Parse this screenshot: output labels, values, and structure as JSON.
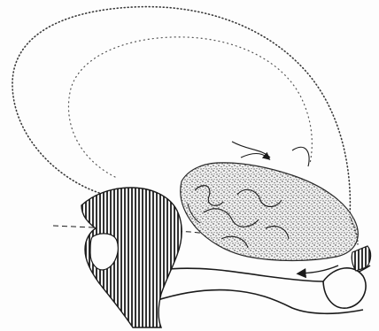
{
  "figure": {
    "description_visible_text": "",
    "colors": {
      "ink": "#1a1a1a",
      "stipple": "#3a3a3a",
      "paper": "#fdfdfd"
    },
    "parts": [
      "dotted-outline-cavity",
      "stippled-mass",
      "hatched-left-structure",
      "hatched-right-structure",
      "arrow-bottom",
      "arrow-top"
    ]
  }
}
